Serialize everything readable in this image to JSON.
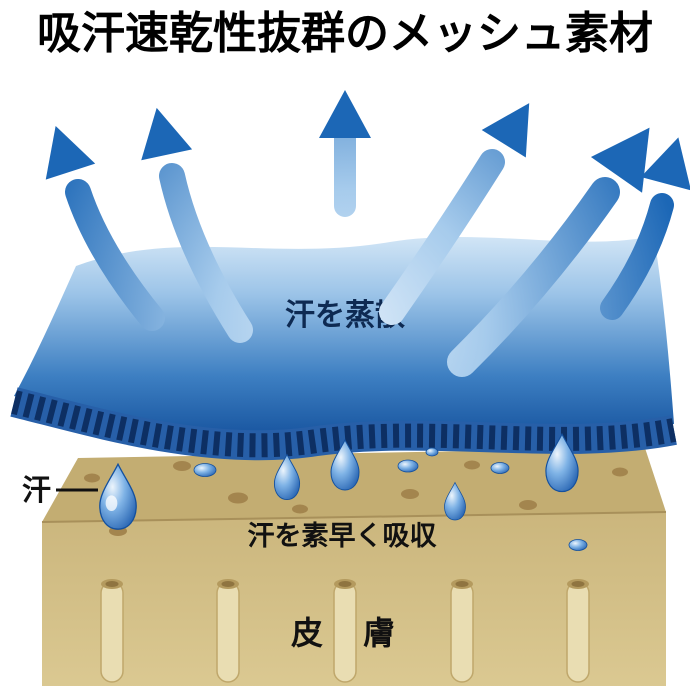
{
  "title": "吸汗速乾性抜群のメッシュ素材",
  "fabric": {
    "evaporate_label": "汗を蒸散"
  },
  "skin": {
    "absorb_label": "汗を素早く吸収",
    "label": "皮　膚"
  },
  "sweat": {
    "label": "汗"
  },
  "icons": {
    "evaporation_arrows": "curved-up-arrow",
    "sweat_droplet": "teardrop-shape"
  },
  "colors": {
    "title_black": "#000000",
    "arrow_blue_dark": "#1c67b6",
    "arrow_blue_light": "#dcebf9",
    "fabric_blue_dark": "#1a5dad",
    "fabric_blue_light": "#d3e6f6",
    "fringe_navy": "#0d2f63",
    "fringe_blue": "#275fa8",
    "skin_tan_top": "#c3ad72",
    "skin_tan_front": "#d2c089",
    "pore_brown": "#a3854e",
    "channel_tan": "#e9ddb2",
    "droplet_blue": "#1352a6",
    "evaporate_text_navy": "#0e2a52"
  }
}
